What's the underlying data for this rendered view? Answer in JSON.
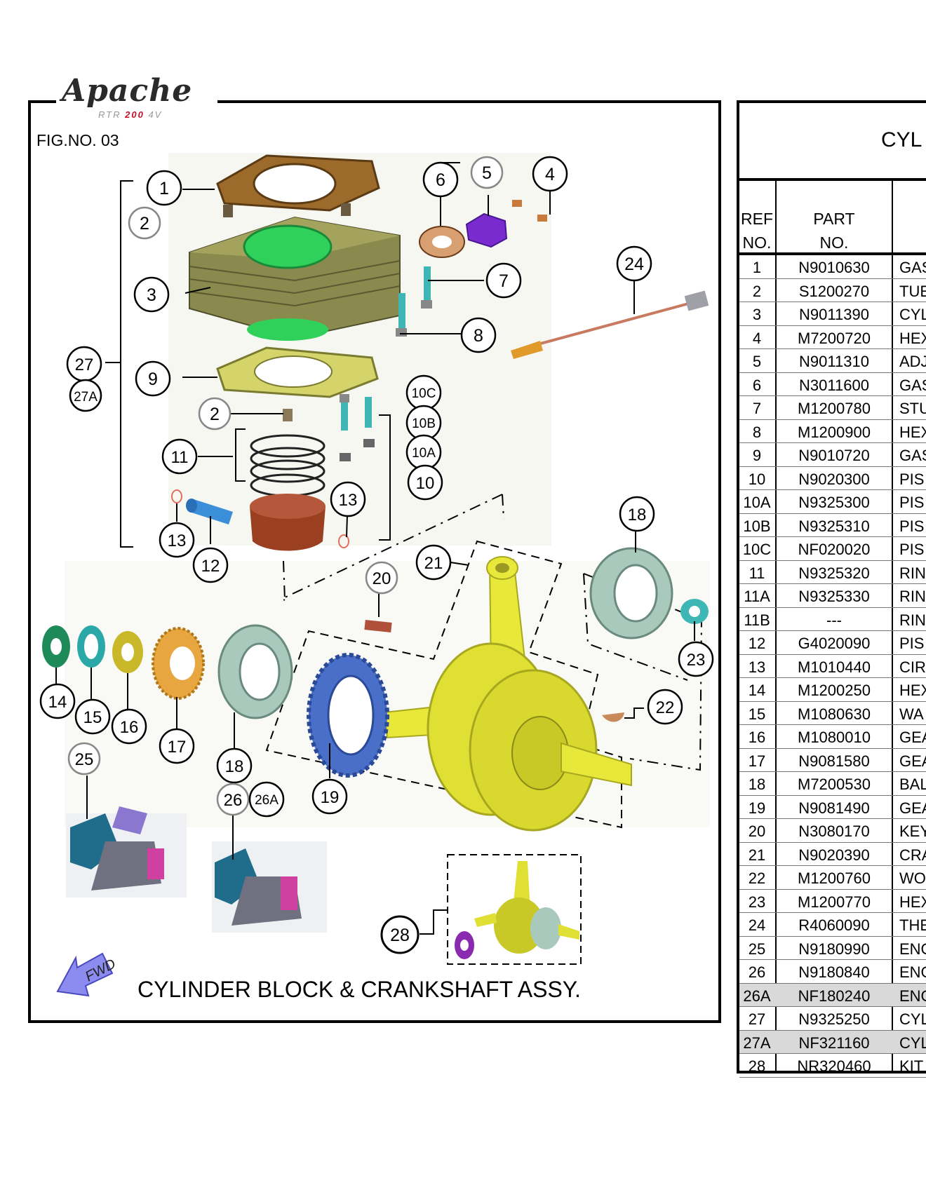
{
  "logo": {
    "word": "Apache",
    "sub_prefix": "RTR",
    "sub_model": "200",
    "sub_suffix": "4V"
  },
  "figure": {
    "number": "FIG.NO. 03",
    "caption": "CYLINDER BLOCK & CRANKSHAFT ASSY.",
    "fwd_label": "FWD",
    "callouts": [
      "1",
      "2",
      "3",
      "4",
      "5",
      "6",
      "7",
      "8",
      "9",
      "10",
      "10A",
      "10B",
      "10C",
      "11",
      "12",
      "13",
      "14",
      "15",
      "16",
      "17",
      "18",
      "19",
      "20",
      "21",
      "22",
      "23",
      "24",
      "25",
      "26",
      "26A",
      "27",
      "27A",
      "28"
    ]
  },
  "table": {
    "title": "CYL",
    "header": {
      "ref_line1": "REF",
      "ref_line2": "NO.",
      "part_line1": "PART",
      "part_line2": "NO."
    },
    "rows": [
      {
        "ref": "1",
        "part": "N9010630",
        "desc": "GAS",
        "shaded": false
      },
      {
        "ref": "2",
        "part": "S1200270",
        "desc": "TUE",
        "shaded": false
      },
      {
        "ref": "3",
        "part": "N9011390",
        "desc": "CYL",
        "shaded": false
      },
      {
        "ref": "4",
        "part": "M7200720",
        "desc": "HEX",
        "shaded": false
      },
      {
        "ref": "5",
        "part": "N9011310",
        "desc": "ADJ",
        "shaded": false
      },
      {
        "ref": "6",
        "part": "N3011600",
        "desc": "GAS",
        "shaded": false
      },
      {
        "ref": "7",
        "part": "M1200780",
        "desc": "STU",
        "shaded": false
      },
      {
        "ref": "8",
        "part": "M1200900",
        "desc": "HEX",
        "shaded": false
      },
      {
        "ref": "9",
        "part": "N9010720",
        "desc": "GAS",
        "shaded": false
      },
      {
        "ref": "10",
        "part": "N9020300",
        "desc": "PIS",
        "shaded": false
      },
      {
        "ref": "10A",
        "part": "N9325300",
        "desc": "PIS",
        "shaded": false
      },
      {
        "ref": "10B",
        "part": "N9325310",
        "desc": "PIS",
        "shaded": false
      },
      {
        "ref": "10C",
        "part": "NF020020",
        "desc": "PIS",
        "shaded": false
      },
      {
        "ref": "11",
        "part": "N9325320",
        "desc": "RIN",
        "shaded": false
      },
      {
        "ref": "11A",
        "part": "N9325330",
        "desc": "RIN",
        "shaded": false
      },
      {
        "ref": "11B",
        "part": "---",
        "desc": "RIN",
        "shaded": false
      },
      {
        "ref": "12",
        "part": "G4020090",
        "desc": "PIS",
        "shaded": false
      },
      {
        "ref": "13",
        "part": "M1010440",
        "desc": "CIR",
        "shaded": false
      },
      {
        "ref": "14",
        "part": "M1200250",
        "desc": "HEX",
        "shaded": false
      },
      {
        "ref": "15",
        "part": "M1080630",
        "desc": "WA",
        "shaded": false
      },
      {
        "ref": "16",
        "part": "M1080010",
        "desc": "GEA",
        "shaded": false
      },
      {
        "ref": "17",
        "part": "N9081580",
        "desc": "GEA",
        "shaded": false
      },
      {
        "ref": "18",
        "part": "M7200530",
        "desc": "BAL",
        "shaded": false
      },
      {
        "ref": "19",
        "part": "N9081490",
        "desc": "GEA",
        "shaded": false
      },
      {
        "ref": "20",
        "part": "N3080170",
        "desc": "KEY",
        "shaded": false
      },
      {
        "ref": "21",
        "part": "N9020390",
        "desc": "CRA",
        "shaded": false
      },
      {
        "ref": "22",
        "part": "M1200760",
        "desc": "WO",
        "shaded": false
      },
      {
        "ref": "23",
        "part": "M1200770",
        "desc": "HEX",
        "shaded": false
      },
      {
        "ref": "24",
        "part": "R4060090",
        "desc": "THE",
        "shaded": false
      },
      {
        "ref": "25",
        "part": "N9180990",
        "desc": "ENG",
        "shaded": false
      },
      {
        "ref": "26",
        "part": "N9180840",
        "desc": "ENG",
        "shaded": false
      },
      {
        "ref": "26A",
        "part": "NF180240",
        "desc": "ENG",
        "shaded": true
      },
      {
        "ref": "27",
        "part": "N9325250",
        "desc": "CYL",
        "shaded": false
      },
      {
        "ref": "27A",
        "part": "NF321160",
        "desc": "CYL",
        "shaded": true
      },
      {
        "ref": "28",
        "part": "NR320460",
        "desc": "KIT",
        "shaded": false
      }
    ]
  },
  "colors": {
    "cylinder": "#8a8a4e",
    "bore": "#2fd15a",
    "gasket": "#d4d46a",
    "piston": "#9a3f1f",
    "pin": "#3a8fd8",
    "stud": "#3fb6b6",
    "adjuster": "#7a2bd0",
    "crank": "#e8e83a",
    "bearing": "#a9c9bd",
    "gear_blue": "#4a6fc8",
    "gear_orange": "#e8a640",
    "fwd_arrow": "#8c8cf0"
  }
}
